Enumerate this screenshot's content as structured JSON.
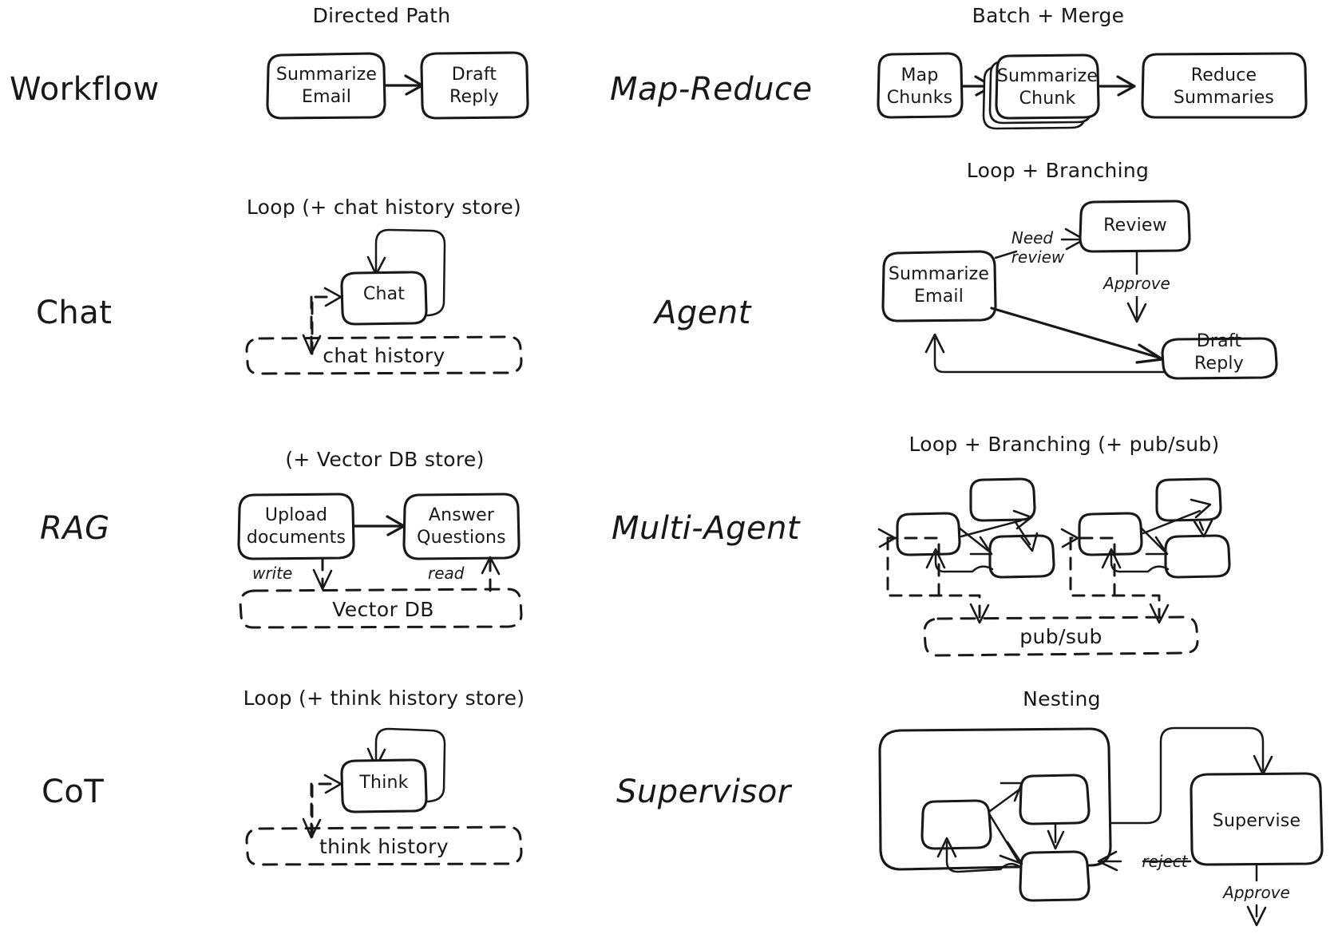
{
  "page": {
    "title": "Agentic design patterns overview",
    "background": "#ffffff",
    "ink": "#18181b",
    "style": "hand-drawn sketch"
  },
  "rows": [
    {
      "id": "workflow",
      "left": {
        "label": "Workflow",
        "caption": "Directed Path"
      },
      "right": {
        "label": "Map-Reduce",
        "caption": "Batch + Merge"
      }
    },
    {
      "id": "chat",
      "left": {
        "label": "Chat",
        "caption": "Loop (+ chat history store)"
      },
      "right": {
        "label": "Agent",
        "caption": "Loop + Branching"
      }
    },
    {
      "id": "rag",
      "left": {
        "label": "RAG",
        "caption": "(+ Vector DB store)"
      },
      "right": {
        "label": "Multi-Agent",
        "caption": "Loop + Branching (+ pub/sub)"
      }
    },
    {
      "id": "cot",
      "left": {
        "label": "CoT",
        "caption": "Loop (+ think history store)"
      },
      "right": {
        "label": "Supervisor",
        "caption": "Nesting"
      }
    }
  ],
  "diagrams": {
    "workflow": {
      "nodes": [
        {
          "name": "summarize-email",
          "line1": "Summarize",
          "line2": "Email"
        },
        {
          "name": "draft-reply",
          "line1": "Draft",
          "line2": "Reply"
        }
      ]
    },
    "map_reduce": {
      "nodes": [
        {
          "name": "map-chunks",
          "line1": "Map",
          "line2": "Chunks"
        },
        {
          "name": "summarize-chunk",
          "line1": "Summarize",
          "line2": "Chunk",
          "stacked": true
        },
        {
          "name": "reduce-summaries",
          "line1": "Reduce",
          "line2": "Summaries"
        }
      ]
    },
    "chat": {
      "nodes": [
        {
          "name": "chat-node",
          "line1": "Chat"
        }
      ],
      "store": {
        "name": "chat-history-store",
        "label": "chat history"
      }
    },
    "agent": {
      "nodes": [
        {
          "name": "summarize-email",
          "line1": "Summarize",
          "line2": "Email"
        },
        {
          "name": "review",
          "line1": "Review"
        },
        {
          "name": "draft-reply",
          "line1": "Draft",
          "line2": "Reply"
        }
      ],
      "edge_labels": [
        {
          "name": "need-review-label",
          "line1": "Need",
          "line2": "review"
        },
        {
          "name": "approve-label",
          "line1": "Approve"
        }
      ]
    },
    "rag": {
      "nodes": [
        {
          "name": "upload-documents",
          "line1": "Upload",
          "line2": "documents"
        },
        {
          "name": "answer-questions",
          "line1": "Answer",
          "line2": "Questions"
        }
      ],
      "store": {
        "name": "vector-db-store",
        "label": "Vector DB"
      },
      "edge_labels": [
        {
          "name": "write-label",
          "text": "write"
        },
        {
          "name": "read-label",
          "text": "read"
        }
      ]
    },
    "multi_agent": {
      "clusters": 2,
      "nodes_per_cluster": 3,
      "store": {
        "name": "pub-sub-store",
        "label": "pub/sub"
      }
    },
    "cot": {
      "nodes": [
        {
          "name": "think-node",
          "line1": "Think"
        }
      ],
      "store": {
        "name": "think-history-store",
        "label": "think history"
      }
    },
    "supervisor": {
      "group": {
        "name": "nested-agent-group",
        "children": 3
      },
      "nodes": [
        {
          "name": "supervise",
          "line1": "Supervise"
        }
      ],
      "edge_labels": [
        {
          "name": "reject-label",
          "text": "reject"
        },
        {
          "name": "approve-label",
          "text": "Approve"
        }
      ]
    }
  }
}
